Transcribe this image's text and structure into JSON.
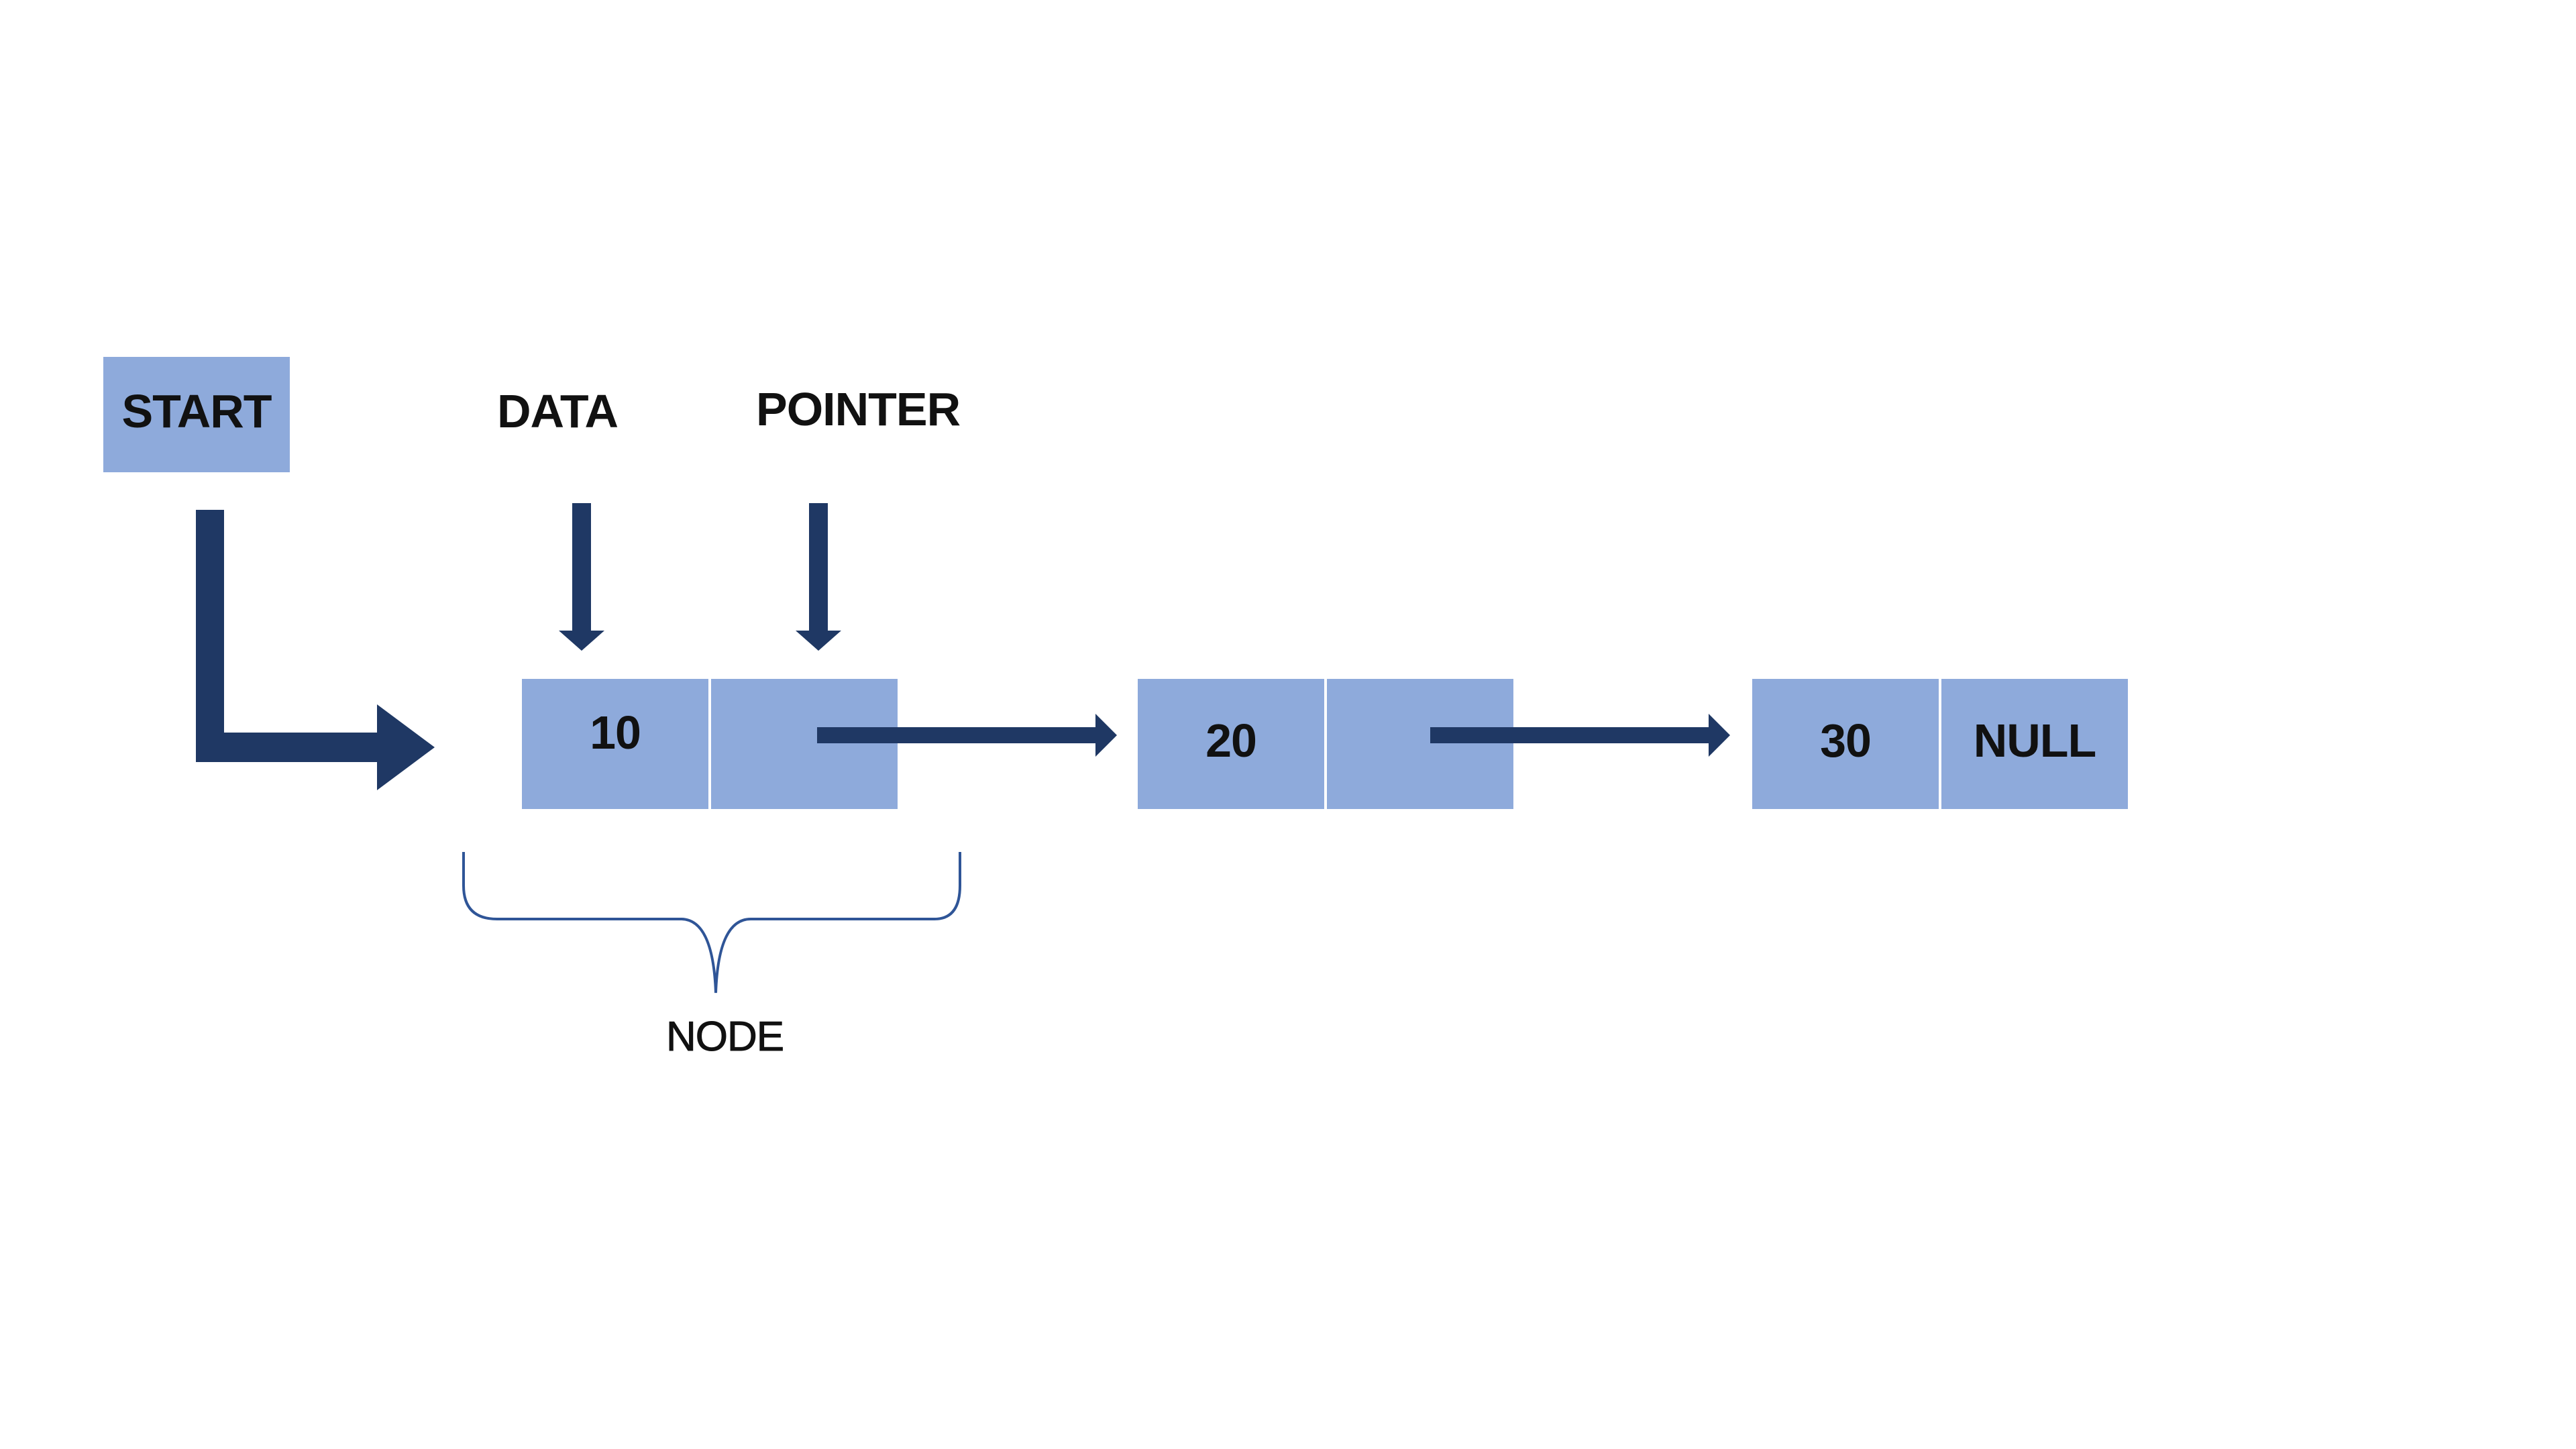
{
  "labels": {
    "start": "START",
    "data": "DATA",
    "pointer": "POINTER",
    "node": "NODE"
  },
  "nodes": [
    {
      "data": "10",
      "pointer": ""
    },
    {
      "data": "20",
      "pointer": ""
    },
    {
      "data": "30",
      "pointer": "NULL"
    }
  ],
  "colors": {
    "box_fill": "#8eaadb",
    "arrow": "#1f3864",
    "brace": "#2f5597",
    "text": "#111111"
  }
}
